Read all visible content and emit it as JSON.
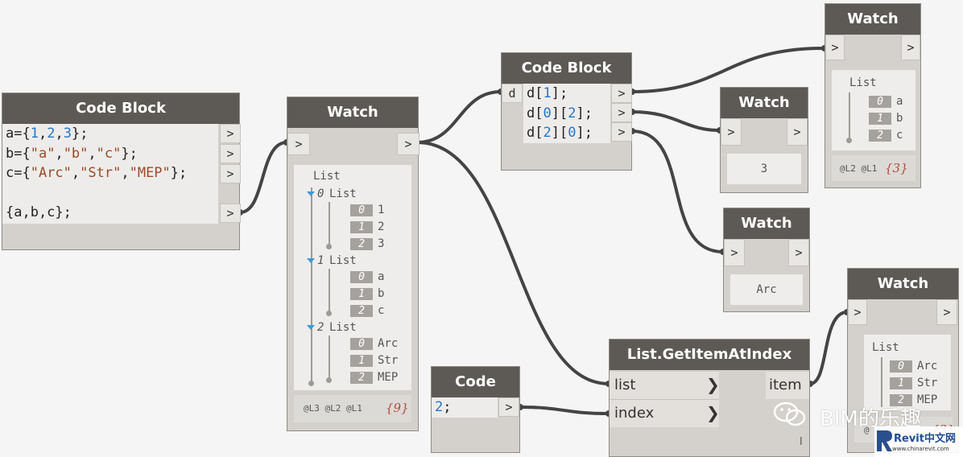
{
  "code_block_1": {
    "title": "Code Block",
    "lines": [
      [
        {
          "t": "a={",
          "c": "p"
        },
        {
          "t": "1",
          "c": "n"
        },
        {
          "t": ",",
          "c": "p"
        },
        {
          "t": "2",
          "c": "n"
        },
        {
          "t": ",",
          "c": "p"
        },
        {
          "t": "3",
          "c": "n"
        },
        {
          "t": "};",
          "c": "p"
        }
      ],
      [
        {
          "t": "b={",
          "c": "p"
        },
        {
          "t": "\"a\"",
          "c": "s"
        },
        {
          "t": ",",
          "c": "p"
        },
        {
          "t": "\"b\"",
          "c": "s"
        },
        {
          "t": ",",
          "c": "p"
        },
        {
          "t": "\"c\"",
          "c": "s"
        },
        {
          "t": "};",
          "c": "p"
        }
      ],
      [
        {
          "t": "c={",
          "c": "p"
        },
        {
          "t": "\"Arc\"",
          "c": "s"
        },
        {
          "t": ",",
          "c": "p"
        },
        {
          "t": "\"Str\"",
          "c": "s"
        },
        {
          "t": ",",
          "c": "p"
        },
        {
          "t": "\"MEP\"",
          "c": "s"
        },
        {
          "t": "};",
          "c": "p"
        }
      ],
      [],
      [
        {
          "t": "{a,b,c};",
          "c": "p"
        }
      ]
    ]
  },
  "watch_main": {
    "title": "Watch",
    "in_port": ">",
    "out_port": ">",
    "root_label": "List",
    "groups": [
      {
        "index": "0",
        "label": "List",
        "items": [
          {
            "i": "0",
            "v": "1"
          },
          {
            "i": "1",
            "v": "2"
          },
          {
            "i": "2",
            "v": "3"
          }
        ]
      },
      {
        "index": "1",
        "label": "List",
        "items": [
          {
            "i": "0",
            "v": "a"
          },
          {
            "i": "1",
            "v": "b"
          },
          {
            "i": "2",
            "v": "c"
          }
        ]
      },
      {
        "index": "2",
        "label": "List",
        "items": [
          {
            "i": "0",
            "v": "Arc"
          },
          {
            "i": "1",
            "v": "Str"
          },
          {
            "i": "2",
            "v": "MEP"
          }
        ]
      }
    ],
    "levels": "@L3 @L2 @L1",
    "count": "{9}"
  },
  "code_block_2": {
    "title": "Code Block",
    "in_port": "d",
    "lines": [
      [
        {
          "t": "d[",
          "c": "p"
        },
        {
          "t": "1",
          "c": "n"
        },
        {
          "t": "];",
          "c": "p"
        }
      ],
      [
        {
          "t": "d[",
          "c": "p"
        },
        {
          "t": "0",
          "c": "n"
        },
        {
          "t": "][",
          "c": "p"
        },
        {
          "t": "2",
          "c": "n"
        },
        {
          "t": "];",
          "c": "p"
        }
      ],
      [
        {
          "t": "d[",
          "c": "p"
        },
        {
          "t": "2",
          "c": "n"
        },
        {
          "t": "][",
          "c": "p"
        },
        {
          "t": "0",
          "c": "n"
        },
        {
          "t": "];",
          "c": "p"
        }
      ]
    ]
  },
  "watch_top": {
    "title": "Watch",
    "in_port": ">",
    "out_port": ">",
    "root_label": "List",
    "items": [
      {
        "i": "0",
        "v": "a"
      },
      {
        "i": "1",
        "v": "b"
      },
      {
        "i": "2",
        "v": "c"
      }
    ],
    "levels": "@L2 @L1",
    "count": "{3}"
  },
  "watch_value_3": {
    "title": "Watch",
    "in_port": ">",
    "out_port": ">",
    "value": "3"
  },
  "watch_value_arc": {
    "title": "Watch",
    "in_port": ">",
    "out_port": ">",
    "value": "Arc"
  },
  "code_block_3": {
    "title": "Code Block",
    "lines": [
      [
        {
          "t": "2",
          "c": "n"
        },
        {
          "t": ";",
          "c": "p"
        }
      ]
    ]
  },
  "get_item": {
    "title": "List.GetItemAtIndex",
    "inputs": [
      "list",
      "index"
    ],
    "output": "item",
    "lacing": "l"
  },
  "watch_br": {
    "title": "Watch",
    "in_port": ">",
    "out_port": ">",
    "root_label": "List",
    "items": [
      {
        "i": "0",
        "v": "Arc"
      },
      {
        "i": "1",
        "v": "Str"
      },
      {
        "i": "2",
        "v": "MEP"
      }
    ],
    "levels": "@",
    "count": "{3}"
  },
  "watermark": {
    "wechat": "BIM的乐趣",
    "site": "Revit中文网",
    "url": "www.chinarevit.com"
  },
  "out_arrow": ">",
  "colors": {
    "header": "#5d5a56",
    "body": "#d4d1cc",
    "number": "#2776c5",
    "string": "#9b4a28",
    "wire": "#444444"
  }
}
